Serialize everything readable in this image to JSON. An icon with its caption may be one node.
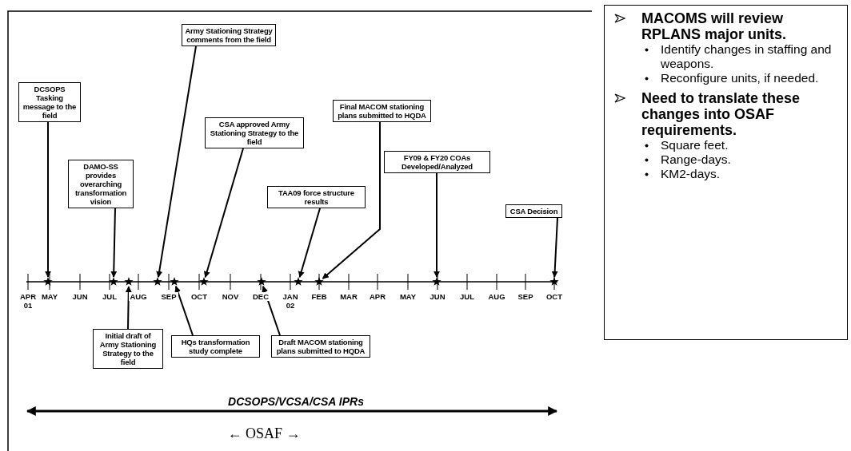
{
  "diagram": {
    "nodes": [
      {
        "text": [
          "DCSOPS Tasking message to the field"
        ]
      },
      {
        "text": [
          "DAMO-SS provides overarching transformation vision"
        ]
      },
      {
        "text": [
          "Army Stationing Strategy comments from the field"
        ]
      },
      {
        "text": [
          "CSA approved Army Stationing Strategy to the field"
        ]
      },
      {
        "text": [
          "TAA09 force structure results"
        ]
      },
      {
        "text": [
          "Final MACOM stationing plans submitted to HQDA"
        ]
      },
      {
        "text": [
          "FY09 & FY20 COAs Developed/Analyzed"
        ]
      },
      {
        "text": [
          "CSA Decision"
        ]
      },
      {
        "text": [
          "Initial draft of Army Stationing Strategy to the field"
        ]
      },
      {
        "text": [
          "HQs transformation study complete"
        ]
      },
      {
        "text": [
          "Draft MACOM stationing plans submitted to HQDA"
        ]
      },
      {
        "text": [],
        "shape": "star"
      },
      {
        "text": [],
        "shape": "star"
      },
      {
        "text": [],
        "shape": "star"
      },
      {
        "text": [],
        "shape": "star"
      },
      {
        "text": [],
        "shape": "star"
      },
      {
        "text": [],
        "shape": "star"
      },
      {
        "text": [],
        "shape": "star"
      },
      {
        "text": [],
        "shape": "star"
      },
      {
        "text": [],
        "shape": "star"
      },
      {
        "text": [],
        "shape": "star"
      },
      {
        "text": [],
        "shape": "star"
      },
      {
        "text": [
          "MACOMS will review RPLANS major units.",
          "Identify changes in staffing and weapons.",
          "Reconfigure units, if needed.",
          "Need to translate these changes into OSAF requirements.",
          "Square feet.",
          "Range-days.",
          "KM2-days."
        ]
      }
    ],
    "edges": [
      {
        "from": 0,
        "to": 11,
        "arrow": "to"
      },
      {
        "from": 1,
        "to": 12,
        "arrow": "to"
      },
      {
        "from": 2,
        "to": 14,
        "arrow": "to"
      },
      {
        "from": 3,
        "to": 16,
        "arrow": "to"
      },
      {
        "from": 4,
        "to": 18,
        "arrow": "to"
      },
      {
        "from": 5,
        "to": 19,
        "arrow": "to"
      },
      {
        "from": 6,
        "to": 20,
        "arrow": "to"
      },
      {
        "from": 7,
        "to": 21,
        "arrow": "to"
      },
      {
        "from": 8,
        "to": 13,
        "arrow": "to"
      },
      {
        "from": 9,
        "to": 15,
        "arrow": "to"
      },
      {
        "from": 10,
        "to": 17,
        "arrow": "to"
      }
    ],
    "labels": [
      "APR 01",
      "MAY",
      "JUN",
      "JUL",
      "AUG",
      "SEP",
      "OCT",
      "NOV",
      "DEC",
      "JAN 02",
      "FEB",
      "MAR",
      "APR",
      "MAY",
      "JUN",
      "JUL",
      "AUG",
      "SEP",
      "OCT",
      "DCSOPS/VCSA/CSA IPRs",
      "← OSAF →"
    ]
  }
}
